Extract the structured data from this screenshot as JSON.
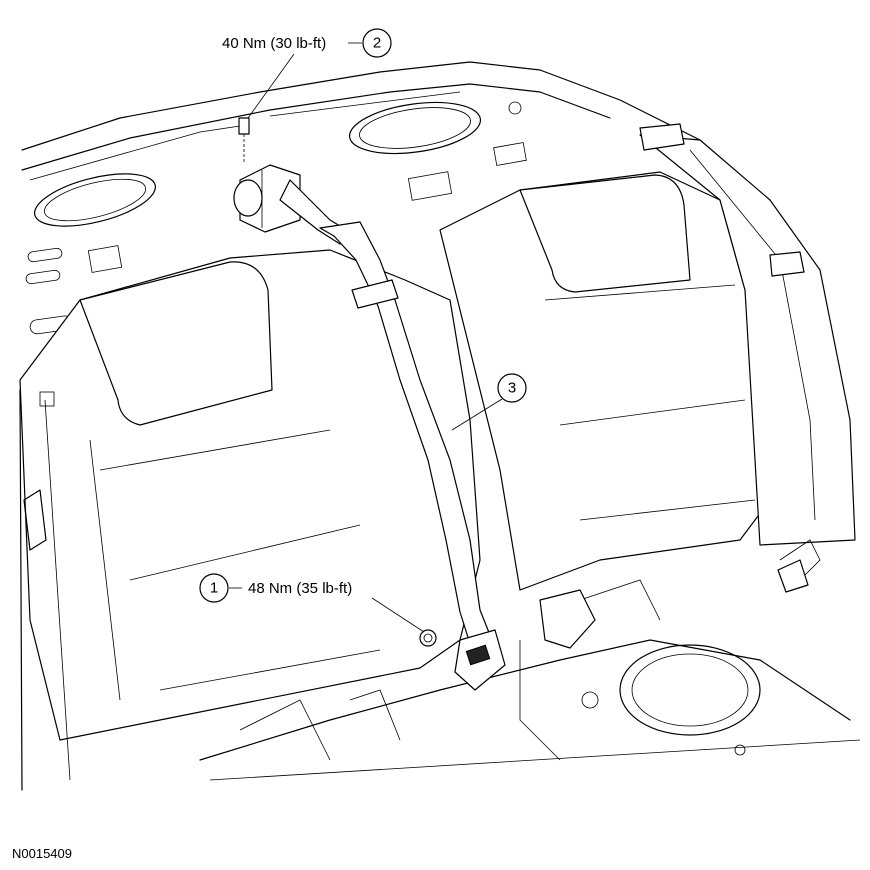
{
  "callouts": [
    {
      "number": "1",
      "label": "48 Nm (35 lb-ft)"
    },
    {
      "number": "2",
      "label": "40 Nm (30 lb-ft)"
    },
    {
      "number": "3",
      "label": ""
    }
  ],
  "figure_id": "N0015409"
}
